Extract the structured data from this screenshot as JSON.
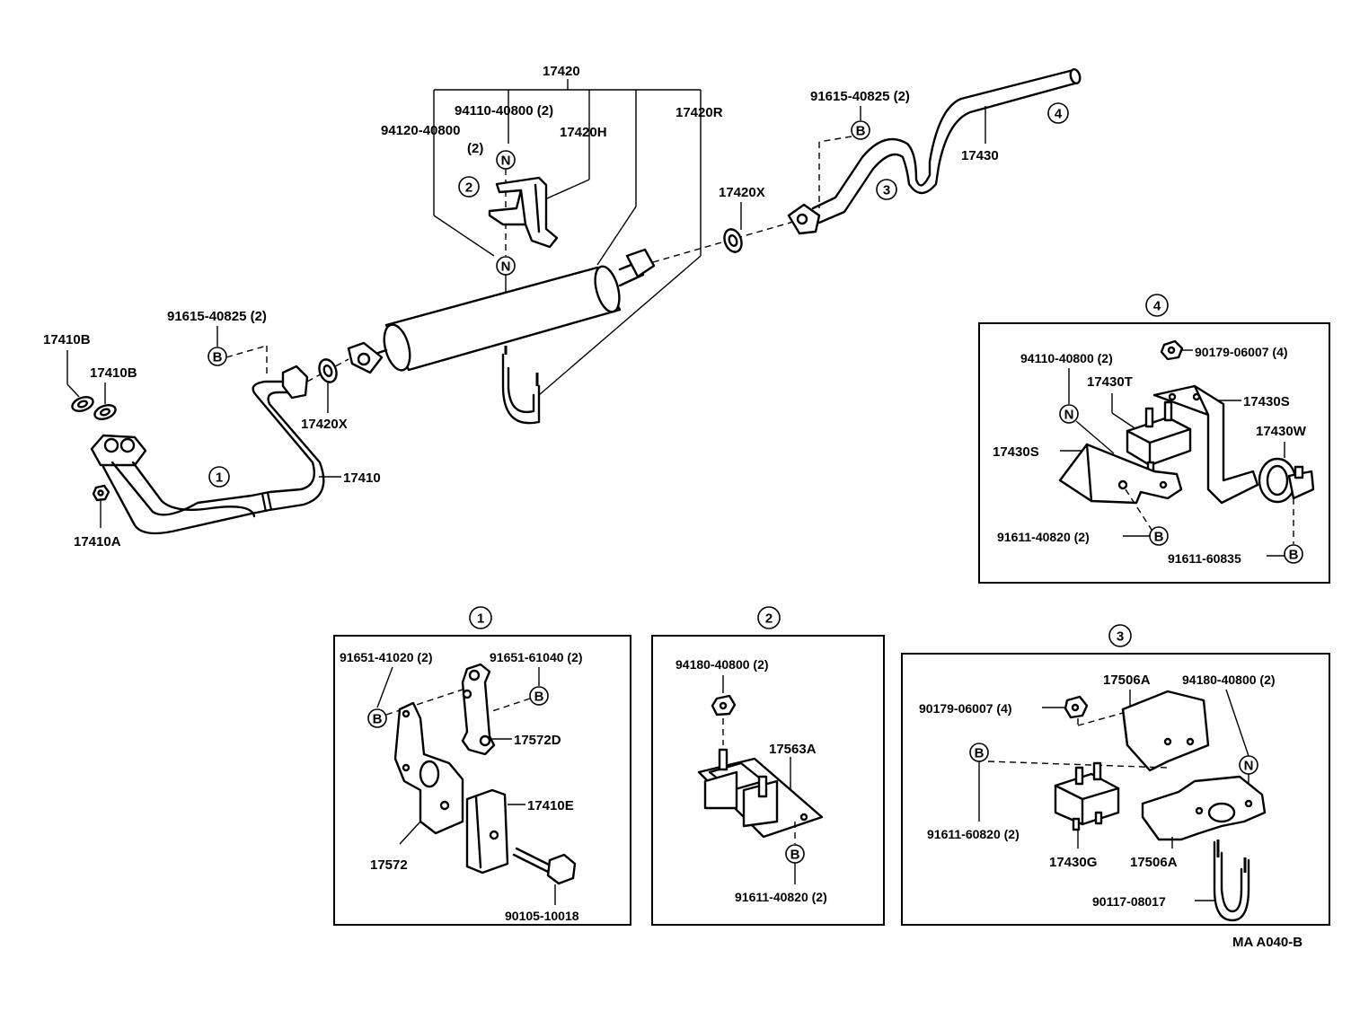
{
  "labels": {
    "p17420": "17420",
    "p94110_40800_main": "94110-40800 (2)",
    "p94120_40800": "94120-40800",
    "p94120_qty": "(2)",
    "p17420H": "17420H",
    "p17420R": "17420R",
    "p91615_40825_top": "91615-40825 (2)",
    "p17430": "17430",
    "p17420X_top": "17420X",
    "p91615_40825_left": "91615-40825 (2)",
    "p17410B_a": "17410B",
    "p17410B_b": "17410B",
    "p17420X_bottom": "17420X",
    "p17410": "17410",
    "p17410A": "17410A",
    "d4_94110_40800": "94110-40800 (2)",
    "d4_90179_06007": "90179-06007 (4)",
    "d4_17430T": "17430T",
    "d4_17430S_right": "17430S",
    "d4_17430W": "17430W",
    "d4_17430S_left": "17430S",
    "d4_91611_40820": "91611-40820 (2)",
    "d4_91611_60835": "91611-60835",
    "d1_91651_41020": "91651-41020 (2)",
    "d1_91651_61040": "91651-61040 (2)",
    "d1_17572D": "17572D",
    "d1_17410E": "17410E",
    "d1_17572": "17572",
    "d1_90105_10018": "90105-10018",
    "d2_94180_40800": "94180-40800 (2)",
    "d2_17563A": "17563A",
    "d2_91611_40820": "91611-40820 (2)",
    "d3_17506A_top": "17506A",
    "d3_94180_40800": "94180-40800 (2)",
    "d3_90179_06007": "90179-06007 (4)",
    "d3_91611_60820": "91611-60820 (2)",
    "d3_17430G": "17430G",
    "d3_17506A_bottom": "17506A",
    "d3_90117_08017": "90117-08017",
    "drawing_code": "MA A040-B"
  },
  "callouts": {
    "one": "1",
    "two": "2",
    "three": "3",
    "four": "4"
  },
  "symbols": {
    "nut": "N",
    "bolt": "B"
  }
}
